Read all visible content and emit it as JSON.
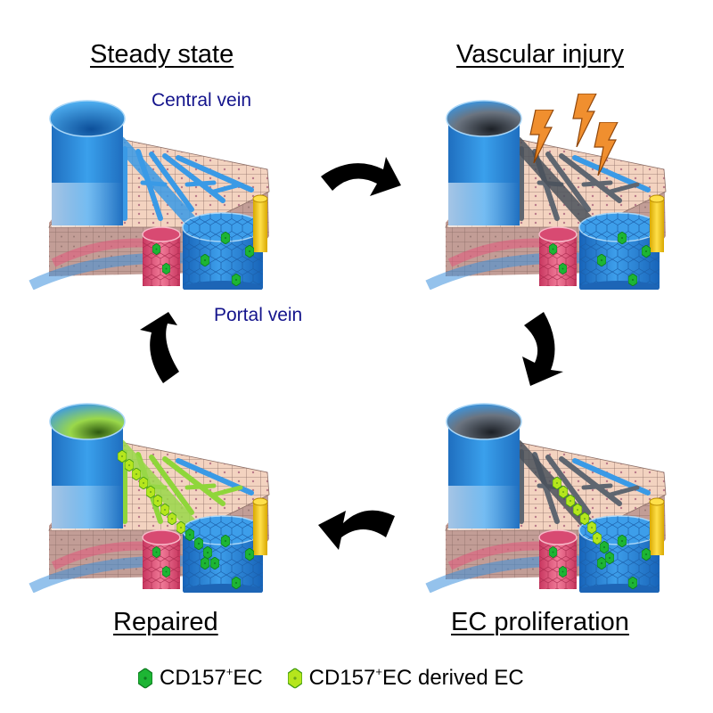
{
  "panels": [
    {
      "id": "steady-state",
      "title": "Steady state",
      "state": "healthy",
      "lightning_bolts": 0
    },
    {
      "id": "vascular-injury",
      "title": "Vascular injury",
      "state": "injured",
      "lightning_bolts": 3
    },
    {
      "id": "ec-proliferation",
      "title": "EC proliferation",
      "state": "proliferating",
      "lightning_bolts": 0
    },
    {
      "id": "repaired",
      "title": "Repaired",
      "state": "repaired",
      "lightning_bolts": 0
    }
  ],
  "vein_labels": {
    "central": "Central vein",
    "portal": "Portal vein"
  },
  "cycle": {
    "direction": "clockwise",
    "order": [
      "Steady state",
      "Vascular injury",
      "EC proliferation",
      "Repaired"
    ]
  },
  "legend": [
    {
      "marker": "hexagon",
      "color": "#1db534",
      "label_prefix": "CD157",
      "label_sup": "+",
      "label_suffix": "EC"
    },
    {
      "marker": "hexagon",
      "color": "#b5e61d",
      "label_prefix": "CD157",
      "label_sup": "+",
      "label_suffix": "EC derived EC"
    }
  ],
  "colors": {
    "vein_blue": "#2f8fdc",
    "sinusoid_blue": "#3a9ae6",
    "hepatocyte": "#f3d3c0",
    "tissue_dark": "#b48a82",
    "artery_pink": "#e4567c",
    "bile_duct_yellow": "#f5c520",
    "injured_gray": "#5f6670",
    "lightning_orange": "#f08a24",
    "cd157_ec_green": "#1db534",
    "derived_ec_green": "#b5e61d"
  }
}
